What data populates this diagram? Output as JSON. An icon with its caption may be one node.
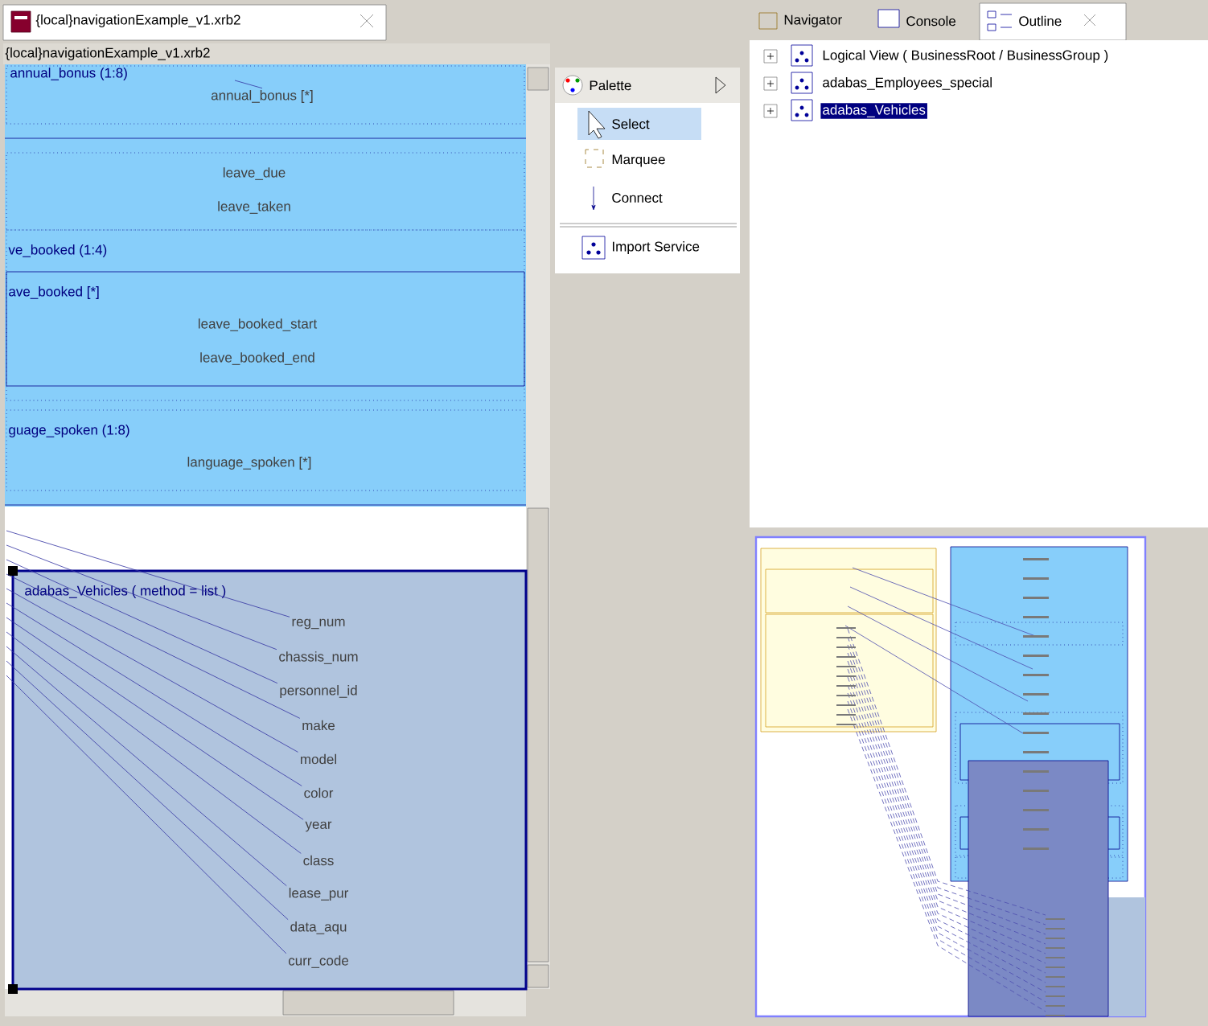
{
  "diagram": {
    "nodes": [
      {
        "text": [],
        "shape": "box"
      },
      {
        "text": [
          "annual_bonus (1:8)"
        ],
        "in": 0
      },
      {
        "text": [
          "annual_bonus [*]"
        ],
        "in": 1
      },
      {
        "text": [
          "leave_due",
          "leave_taken"
        ],
        "in": 0
      },
      {
        "text": [
          "ve_booked (1:4)"
        ],
        "in": 0
      },
      {
        "text": [
          "ave_booked [*]",
          "leave_booked_start",
          "leave_booked_end"
        ],
        "in": 4
      },
      {
        "text": [
          "guage_spoken (1:8)",
          "language_spoken [*]"
        ],
        "in": 0
      },
      {
        "text": [
          "adabas_Vehicles ( method = list )"
        ]
      },
      {
        "text": [
          "reg_num"
        ],
        "in": 7
      },
      {
        "text": [
          "chassis_num"
        ],
        "in": 7
      },
      {
        "text": [
          "personnel_id"
        ],
        "in": 7
      },
      {
        "text": [
          "make"
        ],
        "in": 7
      },
      {
        "text": [
          "model"
        ],
        "in": 7
      },
      {
        "text": [
          "color"
        ],
        "in": 7
      },
      {
        "text": [
          "year"
        ],
        "in": 7
      },
      {
        "text": [
          "class"
        ],
        "in": 7
      },
      {
        "text": [
          "lease_pur"
        ],
        "in": 7
      },
      {
        "text": [
          "data_aqu"
        ],
        "in": 7
      },
      {
        "text": [
          "curr_code"
        ],
        "in": 7
      }
    ],
    "edges": [
      {
        "from": null,
        "to": 2,
        "arrow": "none"
      },
      {
        "from": null,
        "to": 8,
        "arrow": "none"
      },
      {
        "from": null,
        "to": 9,
        "arrow": "none"
      },
      {
        "from": null,
        "to": 10,
        "arrow": "none"
      },
      {
        "from": null,
        "to": 11,
        "arrow": "none"
      },
      {
        "from": null,
        "to": 12,
        "arrow": "none"
      },
      {
        "from": null,
        "to": 13,
        "arrow": "none"
      },
      {
        "from": null,
        "to": 14,
        "arrow": "none"
      },
      {
        "from": null,
        "to": 15,
        "arrow": "none"
      },
      {
        "from": null,
        "to": 16,
        "arrow": "none"
      },
      {
        "from": null,
        "to": 17,
        "arrow": "none"
      },
      {
        "from": null,
        "to": 18,
        "arrow": "none"
      }
    ],
    "labels": [
      "{local}navigationExample_v1.xrb2",
      "{local}navigationExample_v1.xrb2",
      "Palette",
      "Select",
      "Marquee",
      "Connect",
      "Import Service",
      "Navigator",
      "Console",
      "Outline",
      "Logical View ( BusinessRoot / BusinessGroup )",
      "adabas_Employees_special",
      "adabas_Vehicles"
    ]
  }
}
